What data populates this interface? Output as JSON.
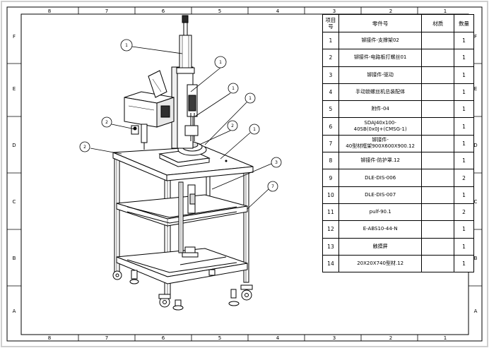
{
  "frame": {
    "top_zones": [
      "8",
      "7",
      "6",
      "5",
      "4",
      "3",
      "2",
      "1"
    ],
    "bottom_zones": [
      "8",
      "7",
      "6",
      "5",
      "4",
      "3",
      "2",
      "1"
    ],
    "left_zones": [
      "F",
      "E",
      "D",
      "C",
      "B",
      "A"
    ],
    "right_zones": [
      "F",
      "E",
      "D",
      "C",
      "B",
      "A"
    ]
  },
  "bom": {
    "headers": {
      "item": "项目号",
      "part": "零件号",
      "material": "材质",
      "qty": "数量"
    },
    "rows": [
      {
        "item": "1",
        "part": "铆接件-支撑架02",
        "material": "",
        "qty": "1"
      },
      {
        "item": "2",
        "part": "铆接件-电路板打螺丝01",
        "material": "",
        "qty": "1"
      },
      {
        "item": "3",
        "part": "铆接件-驱动",
        "material": "",
        "qty": "1"
      },
      {
        "item": "4",
        "part": "手动锁螺丝机总装配体",
        "material": "",
        "qty": "1"
      },
      {
        "item": "5",
        "part": "附件-04",
        "material": "",
        "qty": "1"
      },
      {
        "item": "6",
        "part": "SDAJ40x100-\n40SB(0x0J+(CMSG-1)",
        "material": "",
        "qty": "1"
      },
      {
        "item": "7",
        "part": "铆接件-\n40型材框架900X600X900.12",
        "material": "",
        "qty": "1"
      },
      {
        "item": "8",
        "part": "铆接件-防护罩.12",
        "material": "",
        "qty": "1"
      },
      {
        "item": "9",
        "part": "DLE-DIS-006",
        "material": "",
        "qty": "2"
      },
      {
        "item": "10",
        "part": "DLE-DIS-007",
        "material": "",
        "qty": "1"
      },
      {
        "item": "11",
        "part": "pulf-90.1",
        "material": "",
        "qty": "2"
      },
      {
        "item": "12",
        "part": "E-ABS10-44-N",
        "material": "",
        "qty": "1"
      },
      {
        "item": "13",
        "part": "触摸屏",
        "material": "",
        "qty": "1"
      },
      {
        "item": "14",
        "part": "20X20X740型材.12",
        "material": "",
        "qty": "1"
      }
    ]
  },
  "balloons": [
    "1",
    "1",
    "1",
    "1",
    "1",
    "2",
    "2",
    "2",
    "3",
    "7"
  ],
  "colors": {
    "line": "#000000",
    "frame_gray": "#b8b8b8",
    "paper": "#ffffff"
  }
}
